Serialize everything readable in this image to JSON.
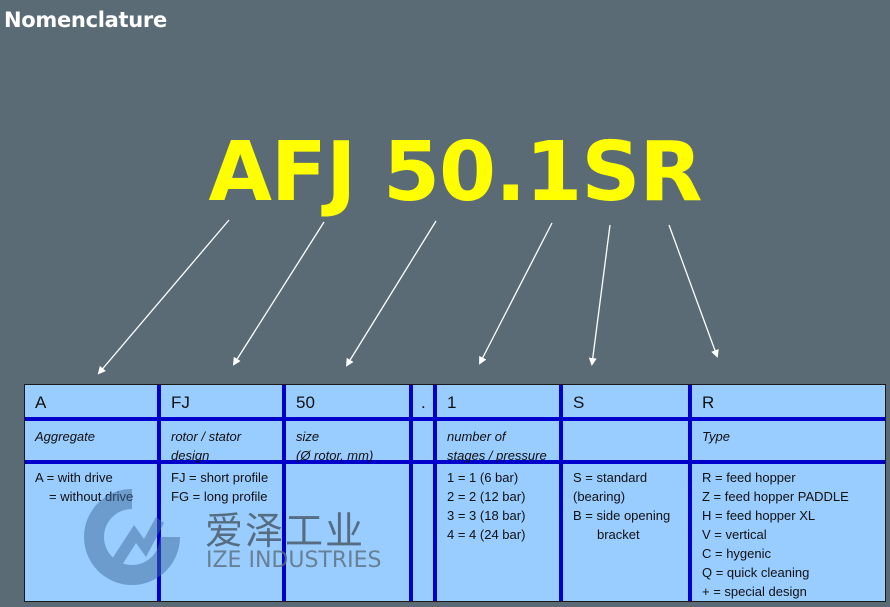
{
  "page": {
    "title": "Nomenclature",
    "code": "AFJ 50.1SR"
  },
  "colors": {
    "background": "#5a6b76",
    "code_yellow": "#ffff00",
    "table_fill": "#99ccff",
    "grid_blue": "#0000cc"
  },
  "table": {
    "columns": [
      {
        "code": "A",
        "label": "Aggregate",
        "label2": "",
        "options": [
          "A = with drive",
          "= without drive"
        ]
      },
      {
        "code": "FJ",
        "label": "rotor / stator",
        "label2": "design",
        "options": [
          "FJ = short profile",
          "FG = long profile"
        ]
      },
      {
        "code": "50",
        "label": "size",
        "label2": "(Ø rotor, mm)",
        "options": []
      },
      {
        "code": ".",
        "label": "",
        "label2": "",
        "options": []
      },
      {
        "code": "1",
        "label": "number of",
        "label2": "stages / pressure",
        "options": [
          "1 = 1 (6 bar)",
          "2 = 2 (12 bar)",
          "3 = 3 (18 bar)",
          "4 = 4 (24 bar)"
        ]
      },
      {
        "code": "S",
        "label": "",
        "label2": "",
        "options": [
          "S = standard",
          "(bearing)",
          "B = side opening",
          "bracket"
        ]
      },
      {
        "code": "R",
        "label": "Type",
        "label2": "",
        "options": [
          "R = feed hopper",
          "Z = feed hopper PADDLE",
          "H = feed hopper XL",
          "V = vertical",
          "C = hygenic",
          "Q = quick cleaning",
          "+ = special design"
        ]
      }
    ]
  },
  "watermark": {
    "chinese": "爱泽工业",
    "english": "IZE INDUSTRIES"
  }
}
